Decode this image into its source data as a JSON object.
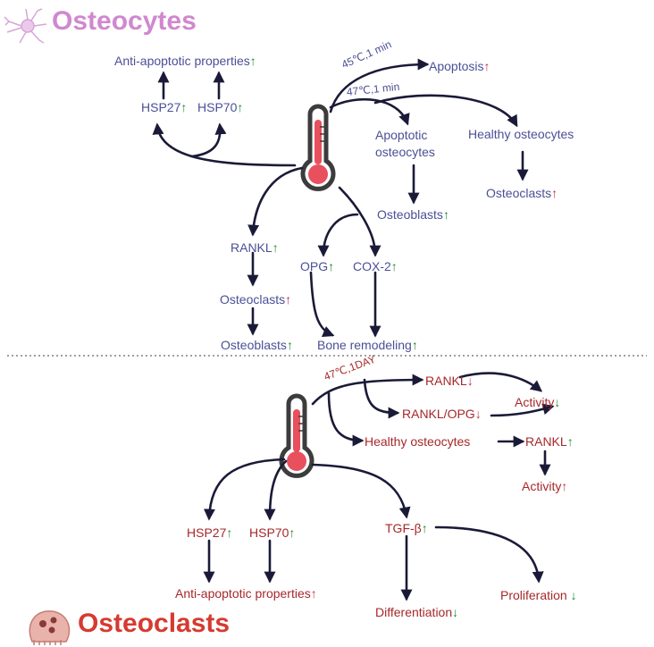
{
  "titles": {
    "osteocytes": "Osteocytes",
    "osteoclasts": "Osteoclasts"
  },
  "colors": {
    "osteocyte_title": "#d088cf",
    "osteoclast_title": "#d63a30",
    "blue_text": "#4b4f96",
    "red_text": "#a6282a",
    "arrow": "#1a1a38",
    "thermo_red": "#e8505e"
  },
  "top": {
    "anti_apoptotic": "Anti-apoptotic properties",
    "hsp27": "HSP27",
    "hsp70": "HSP70",
    "temp_45": "45℃,1 min",
    "temp_47": "47℃,1 min",
    "apoptosis": "Apoptosis",
    "apoptotic_osteocytes_1": "Apoptotic",
    "apoptotic_osteocytes_2": "osteocytes",
    "healthy_osteocytes": "Healthy osteocytes",
    "osteoclasts_right": "Osteoclasts",
    "osteoblasts_mid": "Osteoblasts",
    "rankl": "RANKL",
    "opg": "OPG",
    "cox2": "COX-2",
    "osteoclasts_left": "Osteoclasts",
    "osteoblasts_left": "Osteoblasts",
    "bone_remodeling": "Bone remodeling"
  },
  "bottom": {
    "temp_47_1day": "47℃,1DAY",
    "rankl_1": "RANKL",
    "rankl_opg": "RANKL/OPG",
    "activity_1": "Activity",
    "healthy_osteocytes": "Healthy osteocytes",
    "rankl_2": "RANKL",
    "activity_2": "Activity",
    "hsp27": "HSP27",
    "hsp70": "HSP70",
    "tgf_beta": "TGF-β",
    "anti_apoptotic": "Anti-apoptotic properties",
    "differentiation": "Differentiation",
    "proliferation": "Proliferation"
  },
  "arrows": {
    "up": "↑",
    "down": "↓"
  }
}
